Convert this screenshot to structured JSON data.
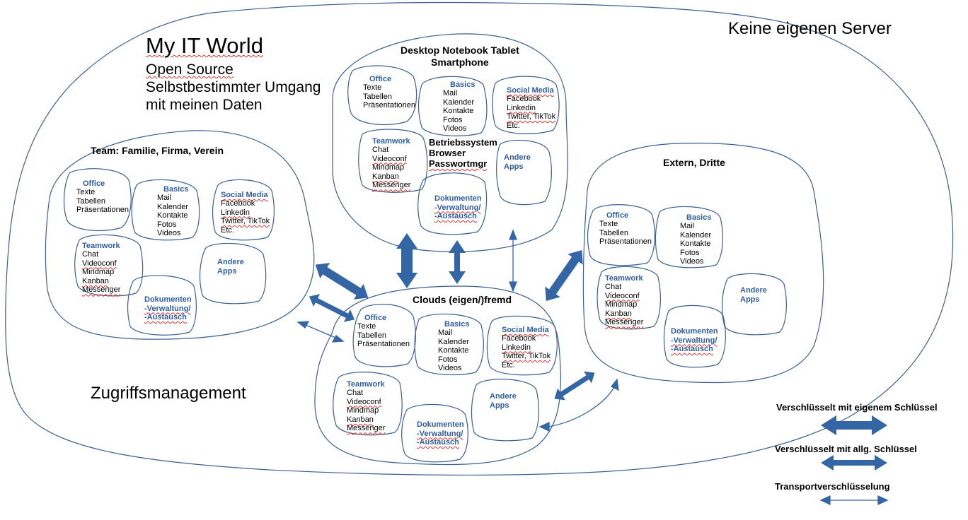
{
  "main_title": "My IT World",
  "subtitle_lines": [
    "Open Source",
    "Selbstbestimmter Umgang",
    "mit meinen Daten"
  ],
  "top_right_label": "Keine eigenen Server",
  "access_label": "Zugriffsmanagement",
  "modules": {
    "office": {
      "title": "Office",
      "items": [
        "Texte",
        "Tabellen",
        "Präsentationen"
      ]
    },
    "basics": {
      "title": "Basics",
      "items": [
        "Mail",
        "Kalender",
        "Kontakte",
        "Fotos",
        "Videos"
      ]
    },
    "social": {
      "title": "Social Media",
      "items": [
        "Facebook",
        "Linkedin",
        "Twitter, TikTok",
        "Etc."
      ]
    },
    "teamwork": {
      "title": "Teamwork",
      "items": [
        "Chat",
        "Videoconf",
        "Mindmap",
        "Kanban",
        "Messenger"
      ]
    },
    "dokumente": {
      "title_lines": [
        "Dokumenten",
        "-Verwaltung/",
        "-Austausch"
      ]
    },
    "andere": {
      "title_lines": [
        "Andere",
        "Apps"
      ]
    }
  },
  "clusters": {
    "devices": {
      "title_lines": [
        "Desktop Notebook Tablet",
        "Smartphone"
      ],
      "extra_lines": [
        "Betriebssystem",
        "Browser",
        "Passwortmgr"
      ]
    },
    "team": {
      "title": "Team: Familie, Firma, Verein"
    },
    "clouds": {
      "title": "Clouds (eigen/)fremd"
    },
    "extern": {
      "title": "Extern, Dritte"
    }
  },
  "legend": {
    "own_key": "Verschlüsselt mit eigenem Schlüssel",
    "general_key": "Verschlüsselt mit allg. Schlüssel",
    "transport": "Transportverschlüsselung"
  },
  "colors": {
    "accent": "#3465a4",
    "module_title": "#2f5f9e",
    "spell_underline": "#dd3333"
  }
}
